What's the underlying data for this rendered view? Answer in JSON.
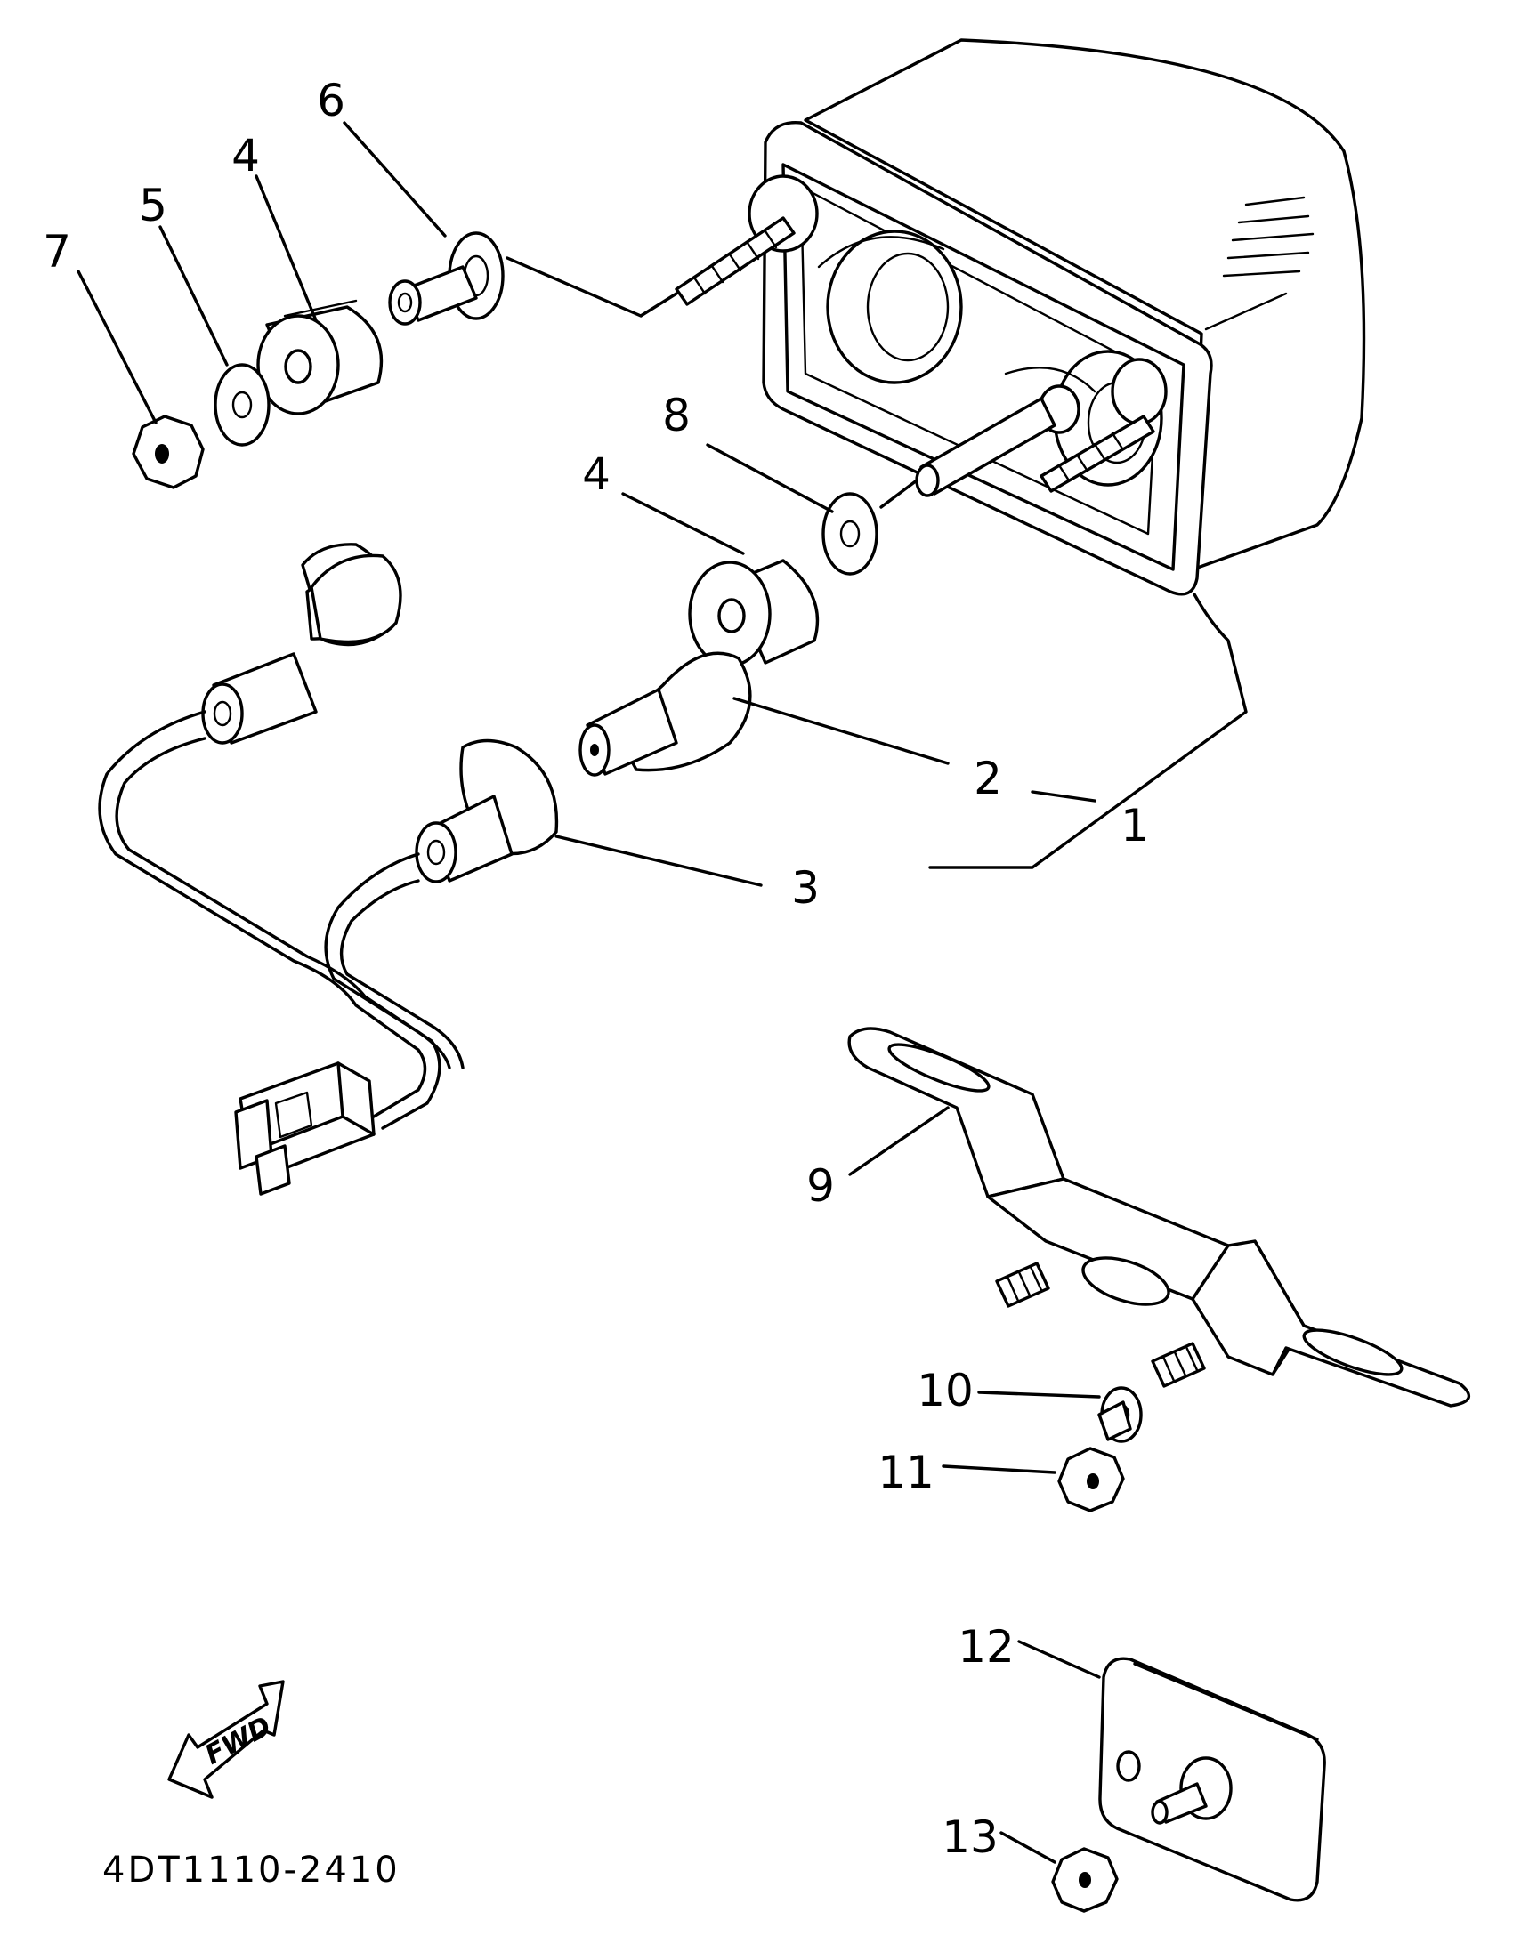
{
  "figure_code": "4DT1110-2410",
  "direction_arrow_label": "FWD",
  "callouts": [
    "1",
    "2",
    "3",
    "4",
    "4",
    "5",
    "6",
    "7",
    "8",
    "9",
    "10",
    "11",
    "12",
    "13"
  ]
}
